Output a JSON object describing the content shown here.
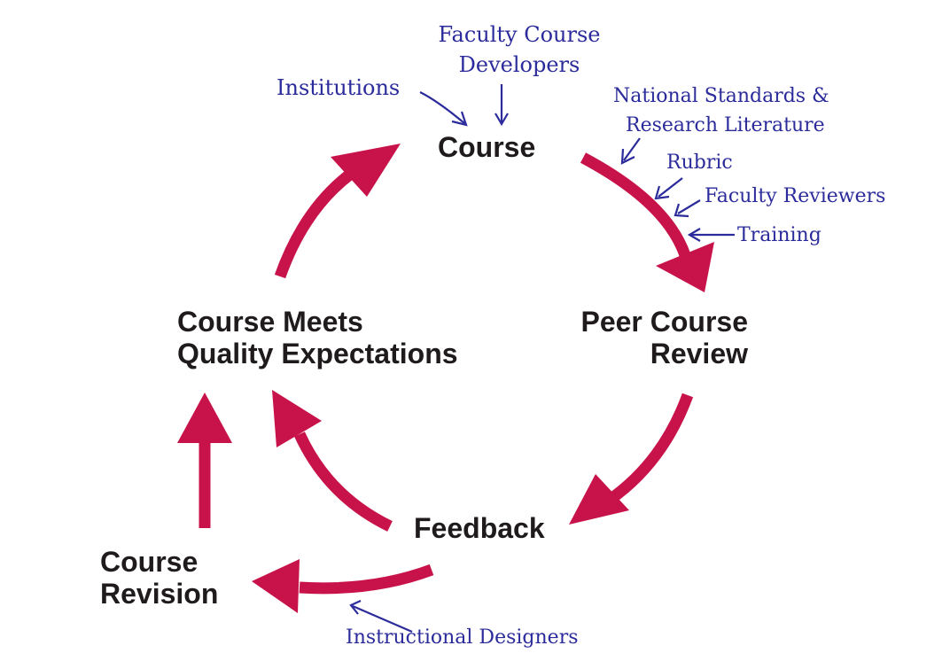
{
  "colors": {
    "cycle_arrow": "#c8134a",
    "input_text": "#2b2b9c",
    "node_text": "#1f1b1c"
  },
  "nodes": {
    "course": "Course",
    "peer_review": [
      "Peer Course",
      "Review"
    ],
    "feedback": "Feedback",
    "course_revision": [
      "Course",
      "Revision"
    ],
    "quality": [
      "Course Meets",
      "Quality Expectations"
    ]
  },
  "inputs": {
    "faculty_developers": [
      "Faculty Course",
      "Developers"
    ],
    "institutions": "Institutions",
    "standards": [
      "National Standards &",
      "Research Literature"
    ],
    "rubric": "Rubric",
    "faculty_reviewers": "Faculty Reviewers",
    "training": "Training",
    "instructional_designers": "Instructional Designers"
  }
}
